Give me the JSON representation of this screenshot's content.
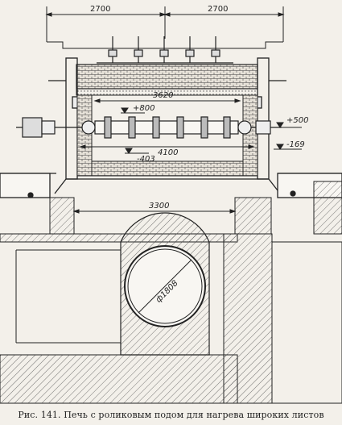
{
  "figure": {
    "caption": "Рис. 141. Печь с роликовым подом для нагрева широких листов",
    "dimensions": {
      "top_left": "2700",
      "top_right": "2700",
      "inner_width": "3620",
      "level_roll": "+800",
      "roll_length": "4100",
      "level_bottom": "-403",
      "level_right_top": "+500",
      "level_right_bottom": "-169",
      "pit_width": "3300",
      "pipe_diameter": "ф1808"
    }
  }
}
